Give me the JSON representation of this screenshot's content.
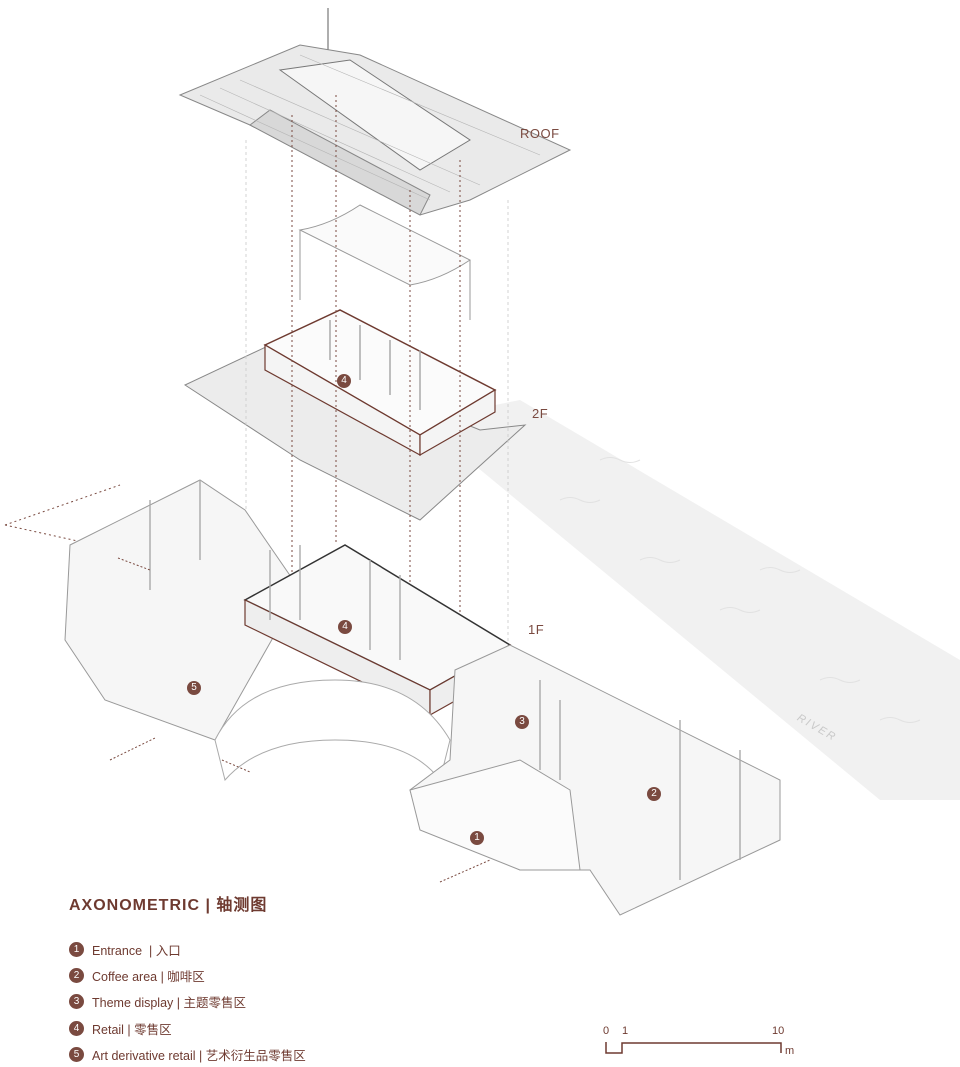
{
  "labels": {
    "roof": "ROOF",
    "second_floor": "2F",
    "first_floor": "1F",
    "river": "RIVER"
  },
  "markers": {
    "retail_2f": "4",
    "retail_1f": "4",
    "art_retail": "5",
    "theme_display": "3",
    "coffee": "2",
    "entrance": "1"
  },
  "title": "AXONOMETRIC | 轴测图",
  "legend": [
    {
      "num": "1",
      "label": "Entrance  | 入口"
    },
    {
      "num": "2",
      "label": "Coffee area | 咖啡区"
    },
    {
      "num": "3",
      "label": "Theme display | 主题零售区"
    },
    {
      "num": "4",
      "label": "Retail | 零售区"
    },
    {
      "num": "5",
      "label": "Art derivative retail | 艺术衍生品零售区"
    }
  ],
  "scale_bar": {
    "zero": "0",
    "one": "1",
    "ten": "10",
    "unit": "m"
  },
  "colors": {
    "accent": "#6e3a30",
    "line": "#9a9a9a",
    "river": "#efefef"
  }
}
